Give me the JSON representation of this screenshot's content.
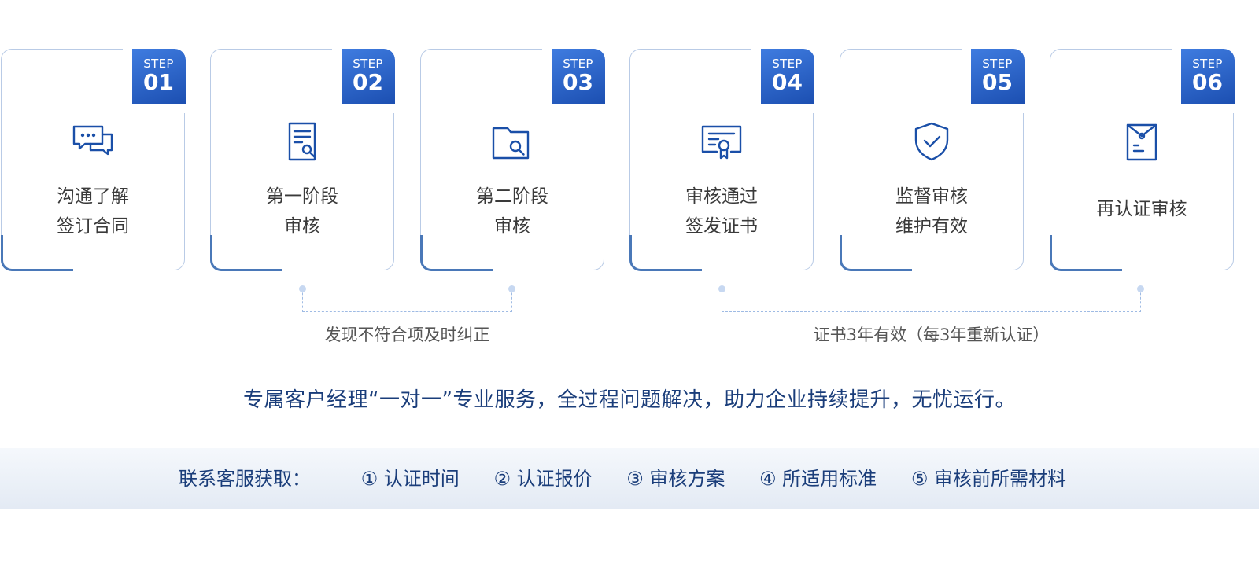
{
  "steps": [
    {
      "step": "STEP",
      "num": "01",
      "lines": [
        "沟通了解",
        "签订合同"
      ],
      "icon": "chat-icon"
    },
    {
      "step": "STEP",
      "num": "02",
      "lines": [
        "第一阶段",
        "审核"
      ],
      "icon": "document-search-icon"
    },
    {
      "step": "STEP",
      "num": "03",
      "lines": [
        "第二阶段",
        "审核"
      ],
      "icon": "folder-search-icon"
    },
    {
      "step": "STEP",
      "num": "04",
      "lines": [
        "审核通过",
        "签发证书"
      ],
      "icon": "certificate-icon"
    },
    {
      "step": "STEP",
      "num": "05",
      "lines": [
        "监督审核",
        "维护有效"
      ],
      "icon": "shield-check-icon"
    },
    {
      "step": "STEP",
      "num": "06",
      "lines": [
        "再认证审核"
      ],
      "icon": "envelope-icon"
    }
  ],
  "notes": {
    "stage_audit": "发现不符合项及时纠正",
    "validity": "证书3年有效（每3年重新认证）"
  },
  "tagline": "专属客户经理“一对一”专业服务，全过程问题解决，助力企业持续提升，无忧运行。",
  "contact": {
    "title": "联系客服获取：",
    "items": [
      "① 认证时间",
      "② 认证报价",
      "③ 审核方案",
      "④ 所适用标准",
      "⑤ 审核前所需材料"
    ]
  },
  "colors": {
    "accent": "#1c4fb1",
    "card_border": "#b9cbe6",
    "text_dark_blue": "#1a3d7a"
  }
}
